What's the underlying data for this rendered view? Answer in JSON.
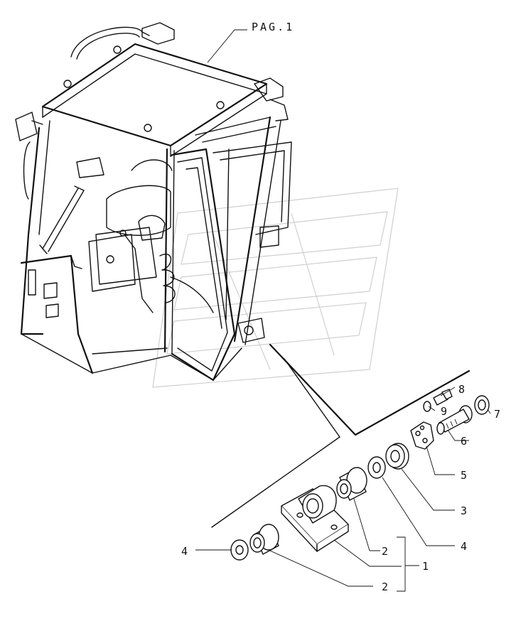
{
  "page_ref": "PAG.1",
  "callouts": {
    "c1": "1",
    "c2a": "2",
    "c2b": "2",
    "c3": "3",
    "c4a": "4",
    "c4b": "4",
    "c5": "5",
    "c6": "6",
    "c7": "7",
    "c8": "8",
    "c9": "9"
  }
}
